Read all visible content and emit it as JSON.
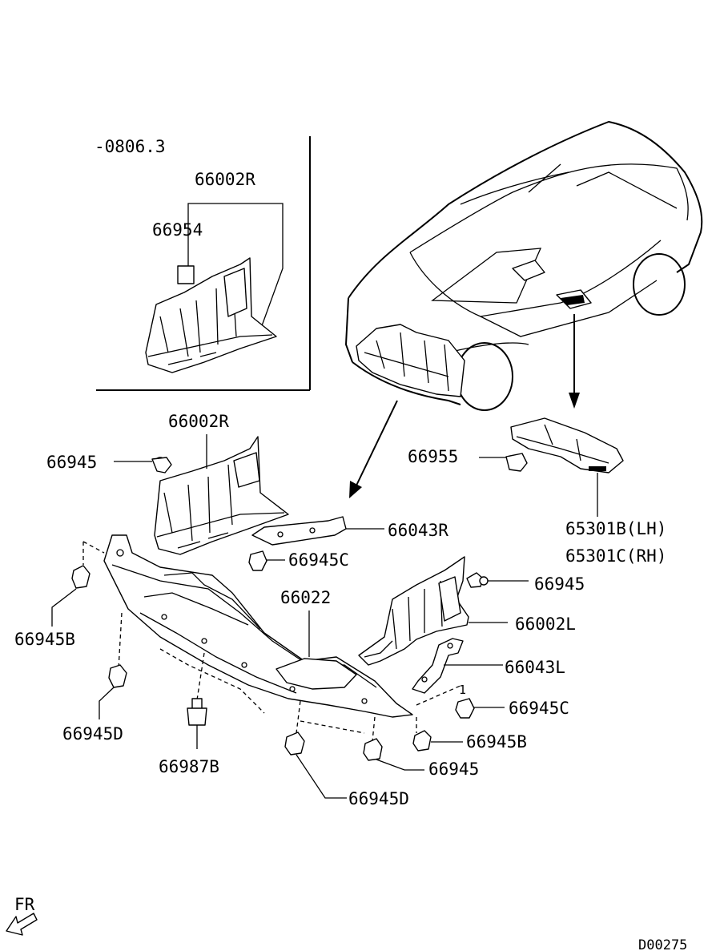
{
  "diagram": {
    "inset_note": "-0806.3",
    "fr_label": "FR",
    "ref_code": "D00275",
    "labels": {
      "inset_66002R": "66002R",
      "inset_66954": "66954",
      "p66002R": "66002R",
      "p66945_left": "66945",
      "p66955": "66955",
      "p65301B": "65301B(LH)",
      "p65301C": "65301C(RH)",
      "p66043R": "66043R",
      "p66945C_top": "66945C",
      "p66022": "66022",
      "p66945_right": "66945",
      "p66002L": "66002L",
      "p66945B_left": "66945B",
      "p66043L": "66043L",
      "p66945C_right": "66945C",
      "p66945D_left": "66945D",
      "p66945B_right": "66945B",
      "p66987B": "66987B",
      "p66945_bottom": "66945",
      "p66945D_bottom": "66945D",
      "callout_1": "1"
    }
  }
}
